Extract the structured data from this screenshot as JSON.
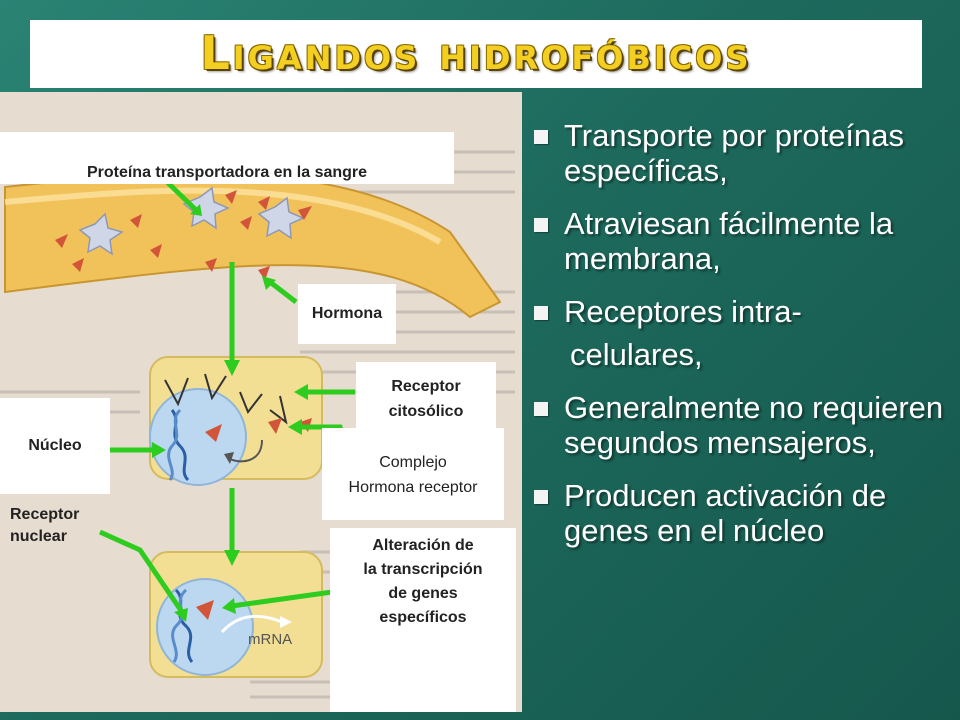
{
  "title": "Ligandos hidrofóbicos",
  "labels": {
    "carrier_protein": "Proteína transportadora en la sangre",
    "hormone": "Hormona",
    "cytosolic_receptor_line1": "Receptor",
    "cytosolic_receptor_line2": "citosólico",
    "nucleus": "Núcleo",
    "complex_line1": "Complejo",
    "complex_line2": "Hormona receptor",
    "nuclear_receptor_line1": "Receptor",
    "nuclear_receptor_line2": "nuclear",
    "alteration_line1": "Alteración de",
    "alteration_line2": "la transcripción",
    "alteration_line3": "de genes",
    "alteration_line4": "específicos",
    "mrna": "mRNA"
  },
  "bullets": [
    "Transporte por proteínas específicas,",
    "Atraviesan fácilmente la membrana,",
    "Receptores intra-",
    "celulares,",
    "Generalmente no requieren segundos mensajeros,",
    "Producen activación de genes en el núcleo"
  ],
  "colors": {
    "background": "#1f6e61",
    "title": "#f3cf22",
    "arrow": "#2ecc1f",
    "vessel": "#f2c25a",
    "hormone": "#d2553a",
    "cell": "#f3df93",
    "nucleus": "#bcd8f0"
  },
  "icons": {
    "bullet": "square-bullet-icon"
  }
}
